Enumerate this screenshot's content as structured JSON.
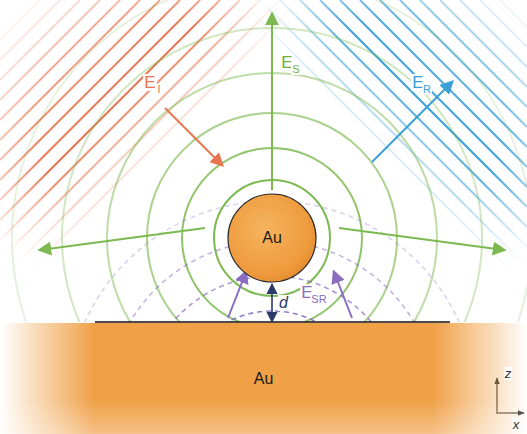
{
  "diagram": {
    "nodes": [
      {
        "text": [
          "Au"
        ]
      },
      {
        "text": [
          "Au"
        ]
      }
    ],
    "edges": [
      {
        "from": 0,
        "to": 1,
        "arrow": "both",
        "label": "d"
      }
    ],
    "labels": [
      "E",
      "I",
      "E",
      "S",
      "E",
      "R",
      "E",
      "SR",
      "z",
      "x"
    ]
  }
}
